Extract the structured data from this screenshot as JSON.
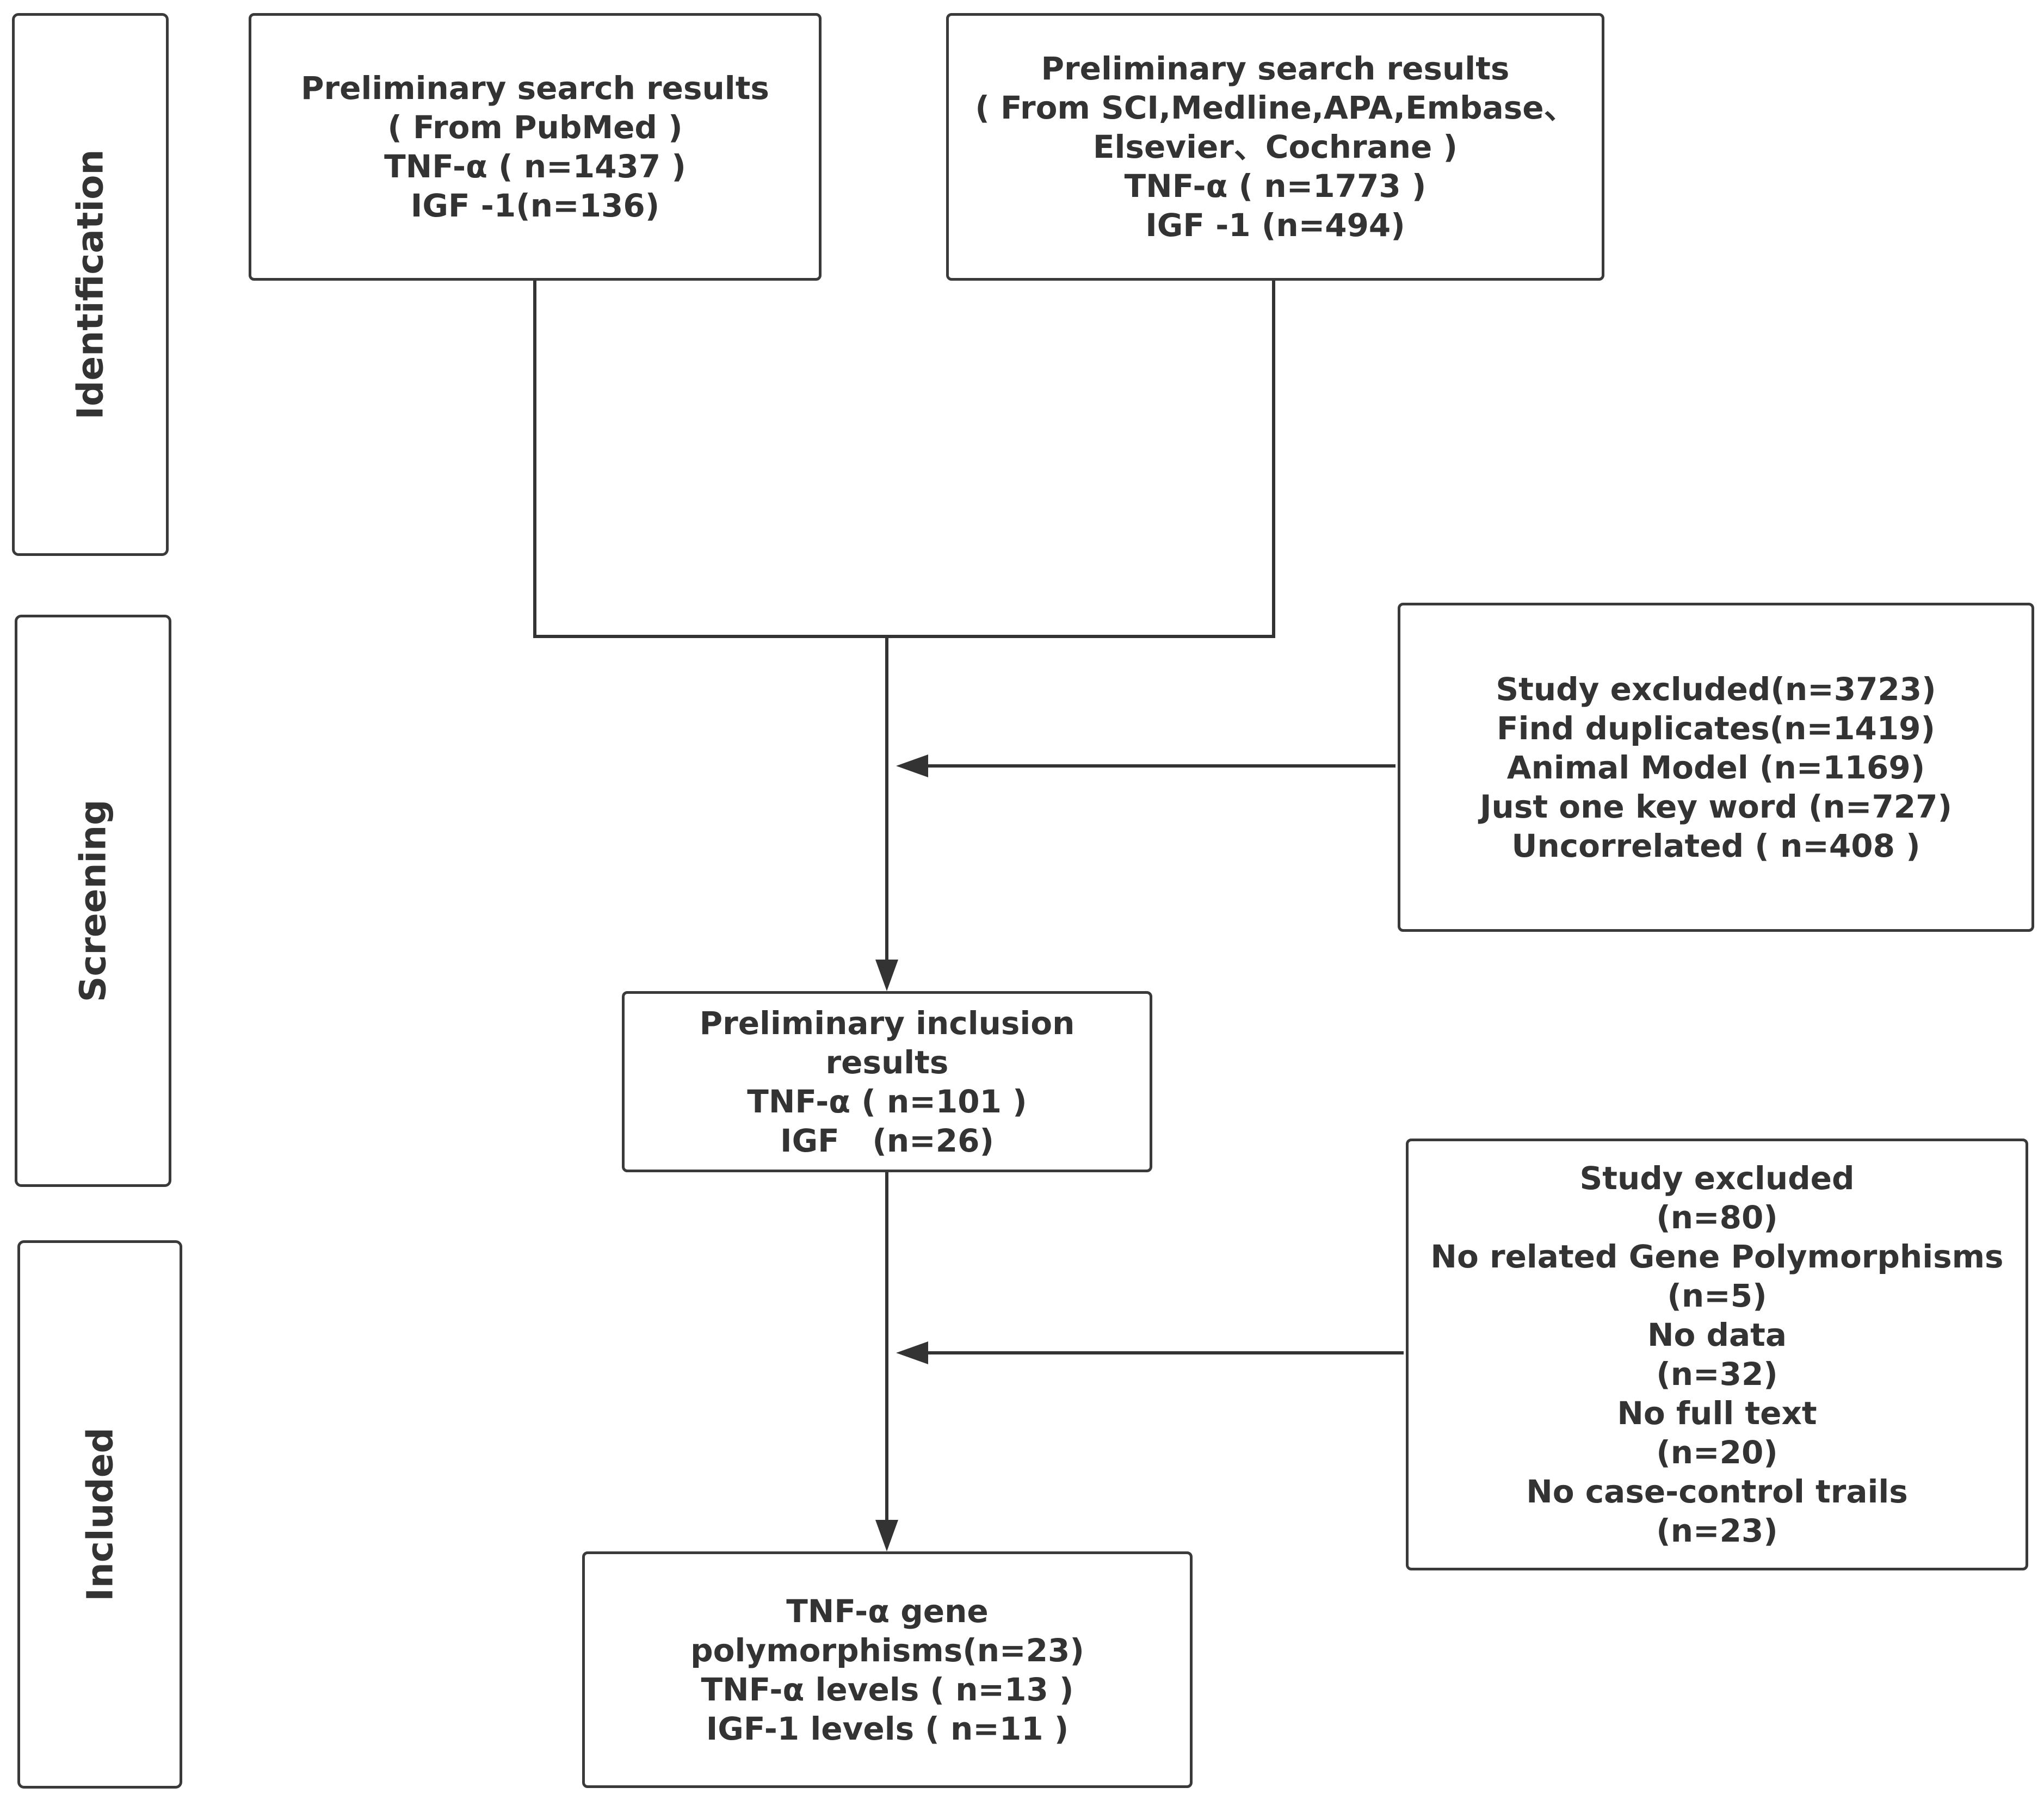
{
  "stages": [
    {
      "label": "Identification"
    },
    {
      "label": "Screening"
    },
    {
      "label": "Included"
    }
  ],
  "boxes": {
    "search_pubmed": {
      "lines": [
        "Preliminary search results",
        "( From PubMed )",
        "TNF-α ( n=1437 )",
        "IGF -1(n=136)"
      ]
    },
    "search_other": {
      "lines": [
        "Preliminary search results",
        "( From SCI,Medline,APA,Embase、",
        "Elsevier、Cochrane )",
        "TNF-α ( n=1773 )",
        "IGF -1 (n=494)"
      ]
    },
    "excluded_screening": {
      "lines": [
        "Study excluded(n=3723)",
        "Find duplicates(n=1419)",
        "Animal Model (n=1169)",
        "Just one key word (n=727)",
        "Uncorrelated ( n=408 )"
      ]
    },
    "preliminary_inclusion": {
      "lines": [
        "Preliminary inclusion",
        "results",
        "TNF-α ( n=101 )",
        "IGF   (n=26)"
      ]
    },
    "excluded_eligibility": {
      "lines": [
        "Study excluded",
        "(n=80)",
        "No related Gene Polymorphisms",
        "(n=5)",
        "No data",
        "(n=32)",
        "No full text",
        "(n=20)",
        "No case-control trails",
        "(n=23)"
      ]
    },
    "included_final": {
      "lines": [
        "TNF-α gene",
        "polymorphisms(n=23)",
        "TNF-α levels ( n=13 )",
        "IGF-1 levels ( n=11 )"
      ]
    }
  }
}
